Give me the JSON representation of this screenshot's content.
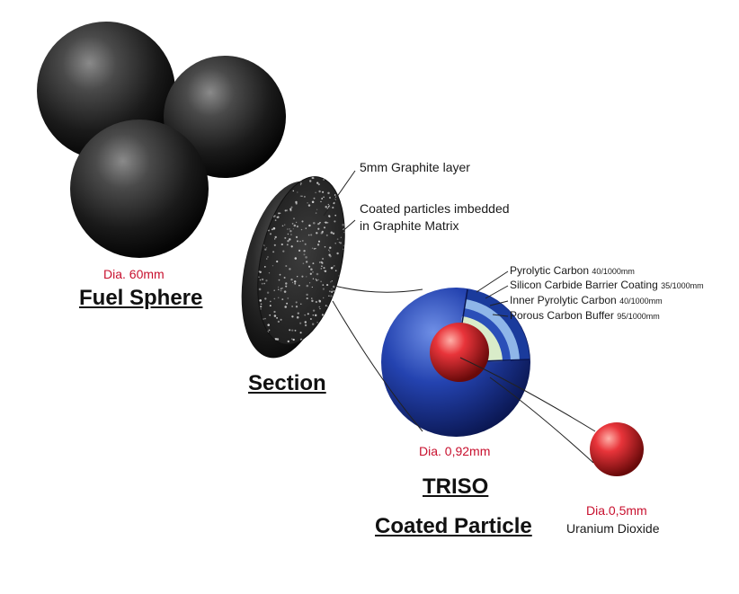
{
  "fuel_sphere": {
    "dia": "Dia. 60mm",
    "title": "Fuel Sphere"
  },
  "section": {
    "title": "Section",
    "graphite_layer": "5mm Graphite layer",
    "coated_particles_line1": "Coated particles imbedded",
    "coated_particles_line2": "in Graphite Matrix"
  },
  "triso": {
    "dia": "Dia. 0,92mm",
    "title": "TRISO",
    "subtitle": "Coated Particle",
    "layers": [
      {
        "name": "Pyrolytic Carbon",
        "size": "40/1000mm"
      },
      {
        "name": "Silicon Carbide Barrier Coating",
        "size": "35/1000mm"
      },
      {
        "name": "Inner Pyrolytic Carbon",
        "size": "40/1000mm"
      },
      {
        "name": "Porous Carbon Buffer",
        "size": "95/1000mm"
      }
    ]
  },
  "kernel": {
    "dia": "Dia.0,5mm",
    "name": "Uranium Dioxide"
  },
  "colors": {
    "accent_red": "#c8102e",
    "sphere_dark": "#1c1c1c",
    "triso_blue": "#1d3fa8",
    "silicon_carbide": "#8fb6e8",
    "buffer": "#d9ecc9"
  }
}
